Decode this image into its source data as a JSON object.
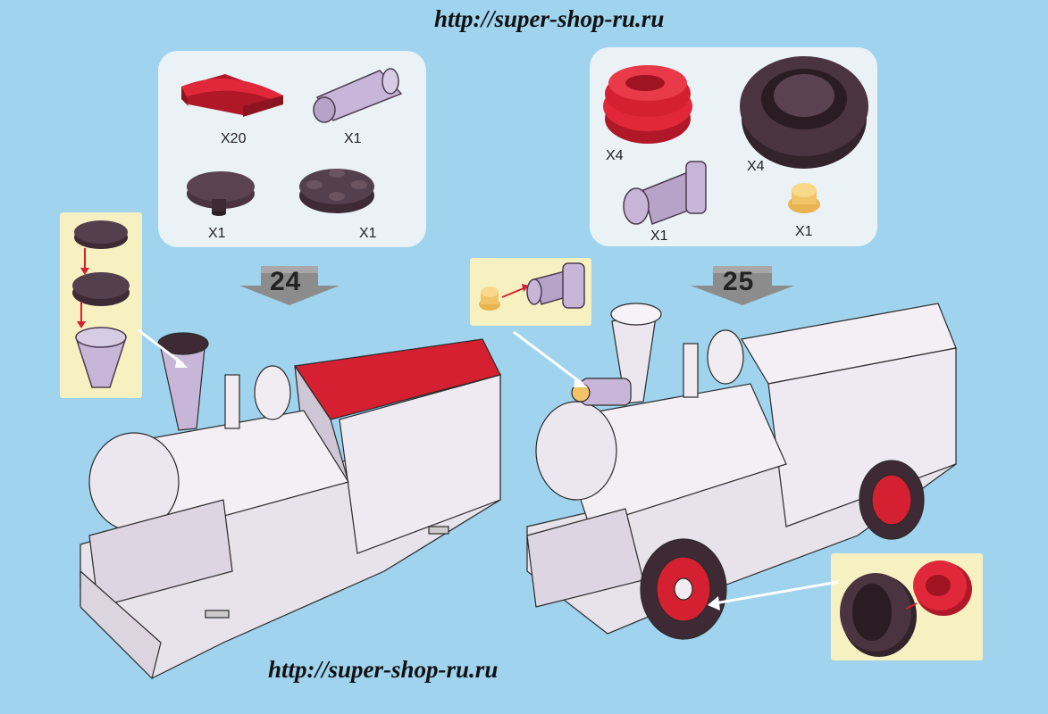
{
  "header": {
    "url": "http://super-shop-ru.ru"
  },
  "footer": {
    "url": "http://super-shop-ru.ru"
  },
  "step_24": {
    "number": "24",
    "parts": [
      {
        "name": "red-curved-slope-brick",
        "qty": "X20"
      },
      {
        "name": "lavender-cone-brick",
        "qty": "X1"
      },
      {
        "name": "dark-round-tile",
        "qty": "X1"
      },
      {
        "name": "dark-round-plate",
        "qty": "X1"
      }
    ]
  },
  "step_25": {
    "number": "25",
    "parts": [
      {
        "name": "red-wheel-hub",
        "qty": "X4"
      },
      {
        "name": "dark-tire",
        "qty": "X4"
      },
      {
        "name": "lavender-cylinder-piston",
        "qty": "X1"
      },
      {
        "name": "tan-round-stud",
        "qty": "X1"
      }
    ]
  },
  "colors": {
    "background": "#9fd3ee",
    "panel": "#eaf2f6",
    "inset": "#f7f1c2",
    "red": "#d42030",
    "lavender": "#c8b6d8",
    "dark": "#3e2a34",
    "tan": "#f2c468",
    "arrow_grey": "#8c8c8c"
  }
}
